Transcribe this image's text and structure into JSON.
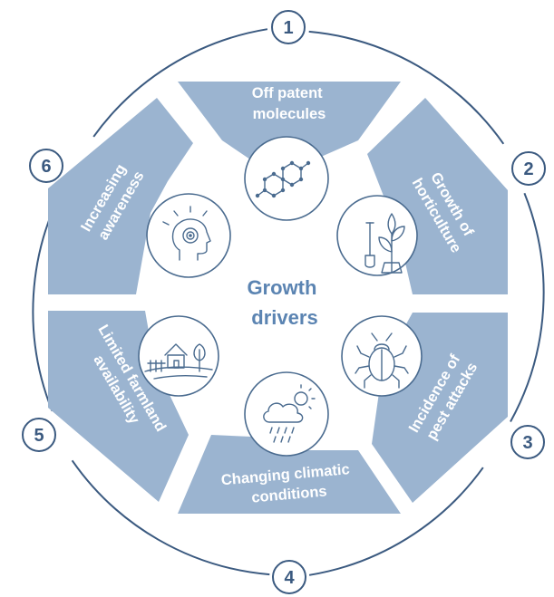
{
  "center": {
    "line1": "Growth",
    "line2": "drivers"
  },
  "drivers": [
    {
      "number": "1",
      "line1": "Off patent",
      "line2": "molecules"
    },
    {
      "number": "2",
      "line1": "Growth of",
      "line2": "horticulture"
    },
    {
      "number": "3",
      "line1": "Incidence of",
      "line2": "pest attacks"
    },
    {
      "number": "4",
      "line1": "Changing climatic",
      "line2": "conditions"
    },
    {
      "number": "5",
      "line1": "Limited farmland",
      "line2": "availability"
    },
    {
      "number": "6",
      "line1": "Increasing",
      "line2": "awareness"
    }
  ],
  "icons": [
    "molecule-icon",
    "plant-shovel-icon",
    "bug-icon",
    "cloud-rain-icon",
    "farm-house-icon",
    "head-mind-icon"
  ],
  "colors": {
    "segment": "#9bb4d0",
    "outline": "#3b5a80",
    "center_text": "#5b84b2"
  }
}
